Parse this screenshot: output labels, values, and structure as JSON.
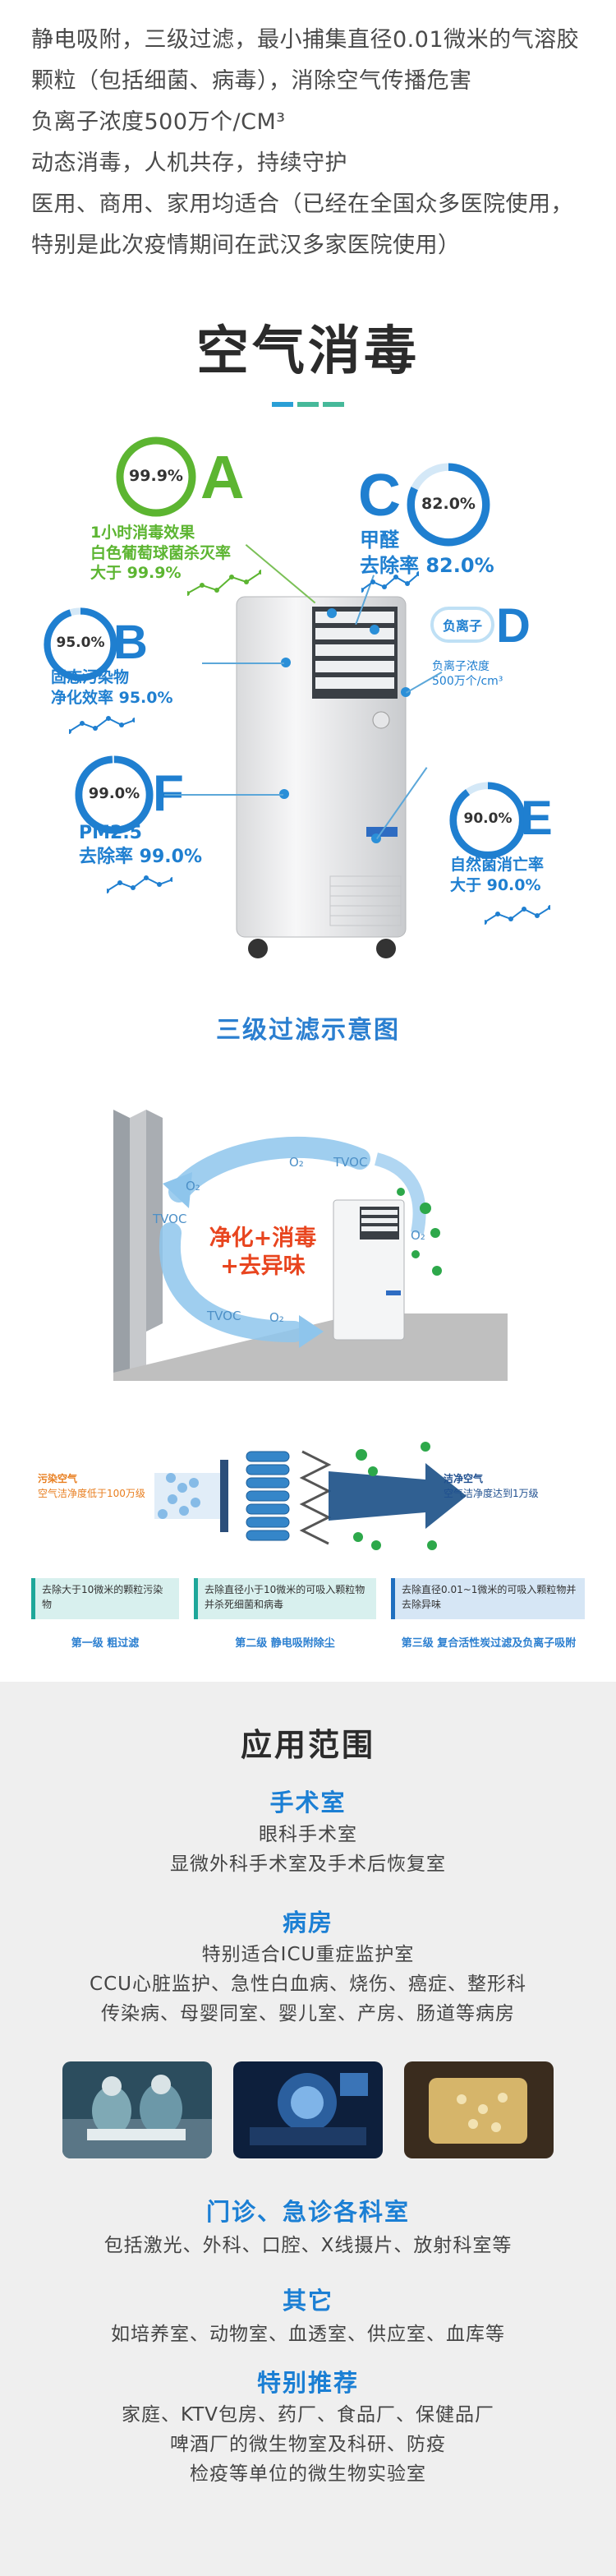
{
  "intro": [
    "静电吸附，三级过滤，最小捕集直径0.01微米的气溶胶",
    "颗粒（包括细菌、病毒），消除空气传播危害",
    "负离子浓度500万个/CM³",
    "动态消毒，人机共存，持续守护",
    "医用、商用、家用均适合（已经在全国众多医院使用，",
    "特别是此次疫情期间在武汉多家医院使用）"
  ],
  "section1": {
    "title": "空气消毒",
    "underline_colors": [
      "#2a9fd6",
      "#46b99a",
      "#46b99a"
    ],
    "features": {
      "A": {
        "letter": "A",
        "percent": "99.9%",
        "level": 0.999,
        "lines": [
          "1小时消毒效果",
          "白色葡萄球菌杀灭率",
          "大于 99.9%"
        ],
        "color": "#5cb531"
      },
      "B": {
        "letter": "B",
        "percent": "95.0%",
        "level": 0.95,
        "lines": [
          "固态污染物",
          "净化效率 95.0%"
        ],
        "color": "#1f7fd0"
      },
      "C": {
        "letter": "C",
        "percent": "82.0%",
        "level": 0.82,
        "lines": [
          "甲醛",
          "去除率 82.0%"
        ],
        "color": "#1f7fd0"
      },
      "D": {
        "letter": "D",
        "badge": "负离子",
        "lines": [
          "负离子浓度",
          "500万个/cm³"
        ],
        "color": "#1f7fd0"
      },
      "E": {
        "letter": "E",
        "percent": "90.0%",
        "level": 0.9,
        "lines": [
          "自然菌消亡率",
          "大于 90.0%"
        ],
        "color": "#1f7fd0"
      },
      "F": {
        "letter": "F",
        "percent": "99.0%",
        "level": 0.99,
        "lines": [
          "PM2.5",
          "去除率 99.0%"
        ],
        "color": "#1f7fd0"
      }
    }
  },
  "section2": {
    "title": "三级过滤示意图",
    "room": {
      "center_line1": "净化+消毒",
      "center_line2": "+去异味",
      "labels": [
        "O₂",
        "TVOC",
        "O₂",
        "TVOC",
        "TVOC",
        "O₂",
        "O₂"
      ]
    },
    "flow": {
      "dirty_title": "污染空气",
      "dirty_desc": "空气洁净度低于100万级",
      "clean_title": "洁净空气",
      "clean_desc": "空气洁净度达到1万级"
    },
    "stages": [
      {
        "desc": "去除大于10微米的颗粒污染物",
        "label": "第一级 粗过滤"
      },
      {
        "desc": "去除直径小于10微米的可吸入颗粒物并杀死细菌和病毒",
        "label": "第二级 静电吸附除尘"
      },
      {
        "desc": "去除直径0.01~1微米的可吸入颗粒物并去除异味",
        "label": "第三级 复合活性炭过滤及负离子吸附"
      }
    ]
  },
  "section3": {
    "title": "应用范围",
    "groups": [
      {
        "name": "手术室",
        "lines": [
          "眼科手术室",
          "显微外科手术室及手术后恢复室"
        ]
      },
      {
        "name": "病房",
        "lines": [
          "特别适合ICU重症监护室",
          "CCU心脏监护、急性白血病、烧伤、癌症、整形科",
          "传染病、母婴同室、婴儿室、产房、肠道等病房"
        ]
      },
      {
        "name": "门诊、急诊各科室",
        "lines": [
          "包括激光、外科、口腔、X线摄片、放射科室等"
        ]
      },
      {
        "name": "其它",
        "lines": [
          "如培养室、动物室、血透室、供应室、血库等"
        ]
      },
      {
        "name": "特别推荐",
        "lines": [
          "家庭、KTV包房、药厂、食品厂、保健品厂",
          "啤酒厂的微生物室及科研、防疫",
          "检疫等单位的微生物实验室"
        ]
      }
    ]
  }
}
